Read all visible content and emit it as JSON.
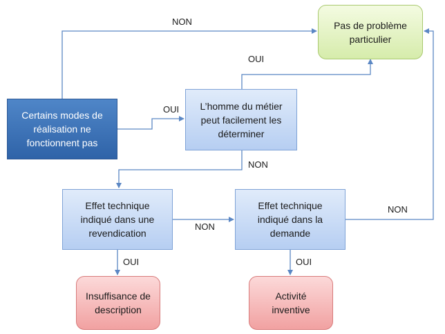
{
  "nodes": {
    "start": {
      "text": "Certains modes de réalisation ne fonctionnent pas"
    },
    "homme": {
      "text": "L’homme du métier peut facilement les déterminer"
    },
    "pas_probleme": {
      "text": "Pas de problème particulier"
    },
    "effet_rev": {
      "text": "Effet technique indiqué dans une revendication"
    },
    "effet_dem": {
      "text": "Effet technique indiqué dans la demande"
    },
    "insuffisance": {
      "text": "Insuffisance de description"
    },
    "activite": {
      "text": "Activité inventive"
    }
  },
  "edges": {
    "start_to_pas_non": "NON",
    "start_to_homme_oui": "OUI",
    "homme_to_pas_oui": "OUI",
    "homme_to_effet_rev_non": "NON",
    "effet_rev_to_effet_dem_non": "NON",
    "effet_dem_to_pas_non": "NON",
    "effet_rev_to_insuffisance_oui": "OUI",
    "effet_dem_to_activite_oui": "OUI"
  },
  "colors": {
    "connector": "#5b87c4"
  }
}
